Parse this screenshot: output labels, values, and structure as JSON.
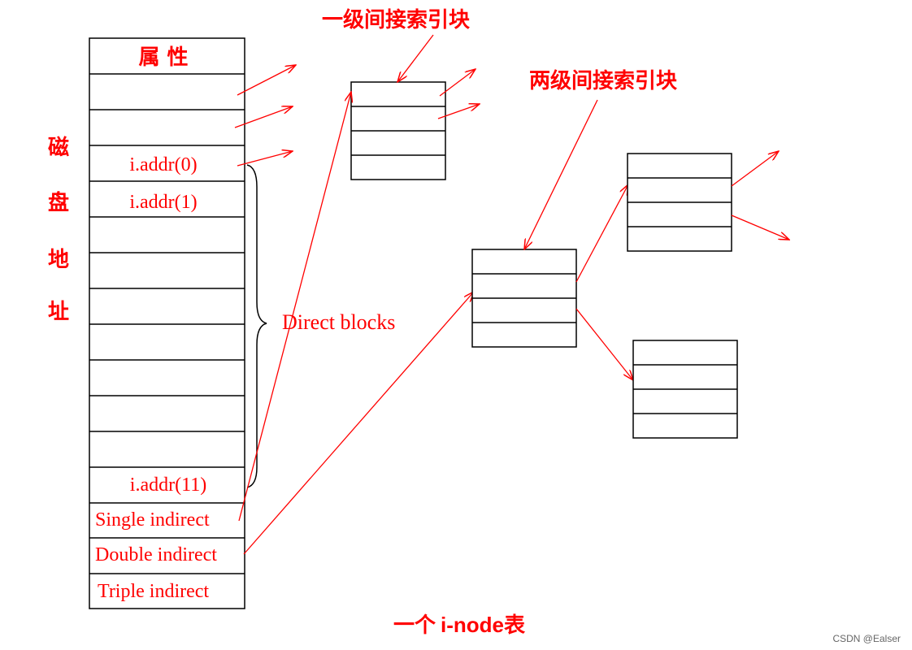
{
  "colors": {
    "accent": "#ff0000",
    "line": "#000000",
    "background": "#ffffff",
    "watermark": "#666666"
  },
  "diagram": {
    "inode_table": {
      "header": "属 性",
      "rows": [
        "",
        "",
        "i.addr(0)",
        "i.addr(1)",
        "",
        "",
        "",
        "",
        "",
        "",
        "",
        "i.addr(11)",
        "Single indirect",
        "Double indirect",
        "Triple indirect"
      ]
    },
    "side_label_chars": [
      "磁",
      "盘",
      "地",
      "址"
    ],
    "direct_blocks_label": "Direct blocks",
    "single_indirect_label": "一级间接索引块",
    "double_indirect_label": "两级间接索引块",
    "caption": {
      "prefix": "一个",
      "bold": "i-node",
      "suffix": "表"
    },
    "watermark": "CSDN @Ealser"
  }
}
